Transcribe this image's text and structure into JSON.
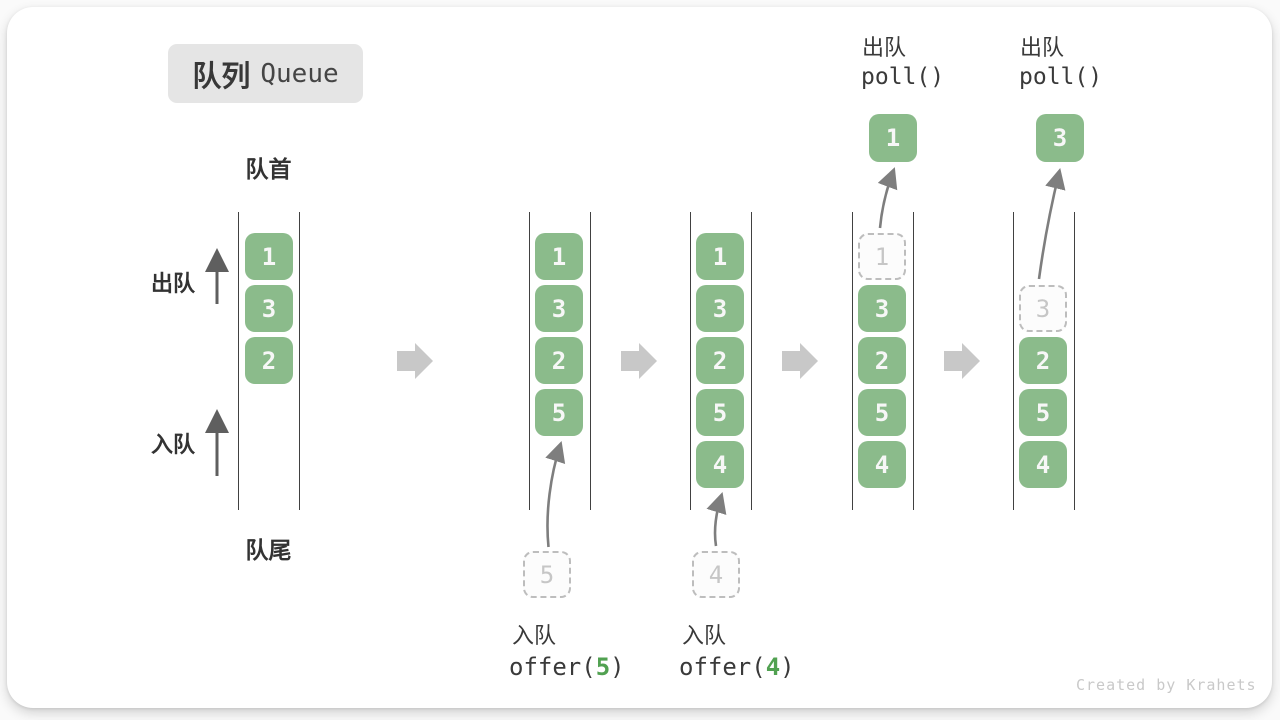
{
  "title": {
    "zh": "队列",
    "en": "Queue"
  },
  "side_labels": {
    "front": "队首",
    "rear": "队尾",
    "dequeue": "出队",
    "enqueue": "入队"
  },
  "queues": [
    {
      "slots": [
        "1",
        "3",
        "2"
      ]
    },
    {
      "slots": [
        "1",
        "3",
        "2",
        "5"
      ]
    },
    {
      "slots": [
        "1",
        "3",
        "2",
        "5",
        "4"
      ]
    },
    {
      "slots": [
        "1",
        "3",
        "2",
        "5",
        "4"
      ]
    },
    {
      "slots": [
        "3",
        "2",
        "5",
        "4"
      ]
    }
  ],
  "staging": {
    "enqueue_value_1": "5",
    "enqueue_value_2": "4"
  },
  "polled": {
    "value_1": "1",
    "value_2": "3"
  },
  "ops": {
    "enqueue_1": {
      "label": "入队",
      "code_fn": "offer(",
      "code_arg": "5",
      "code_close": ")"
    },
    "enqueue_2": {
      "label": "入队",
      "code_fn": "offer(",
      "code_arg": "4",
      "code_close": ")"
    },
    "dequeue_1": {
      "label": "出队",
      "code": "poll()"
    },
    "dequeue_2": {
      "label": "出队",
      "code": "poll()"
    }
  },
  "watermark": "Created by Krahets",
  "colors": {
    "cell_green": "#8bbb8b",
    "code_arg_green": "#51a151",
    "block_arrow_gray": "#c8c8c8",
    "thin_arrow_gray": "#7e7e7e",
    "dashed_border_gray": "#bdbdbd",
    "badge_bg": "#e5e5e5"
  }
}
